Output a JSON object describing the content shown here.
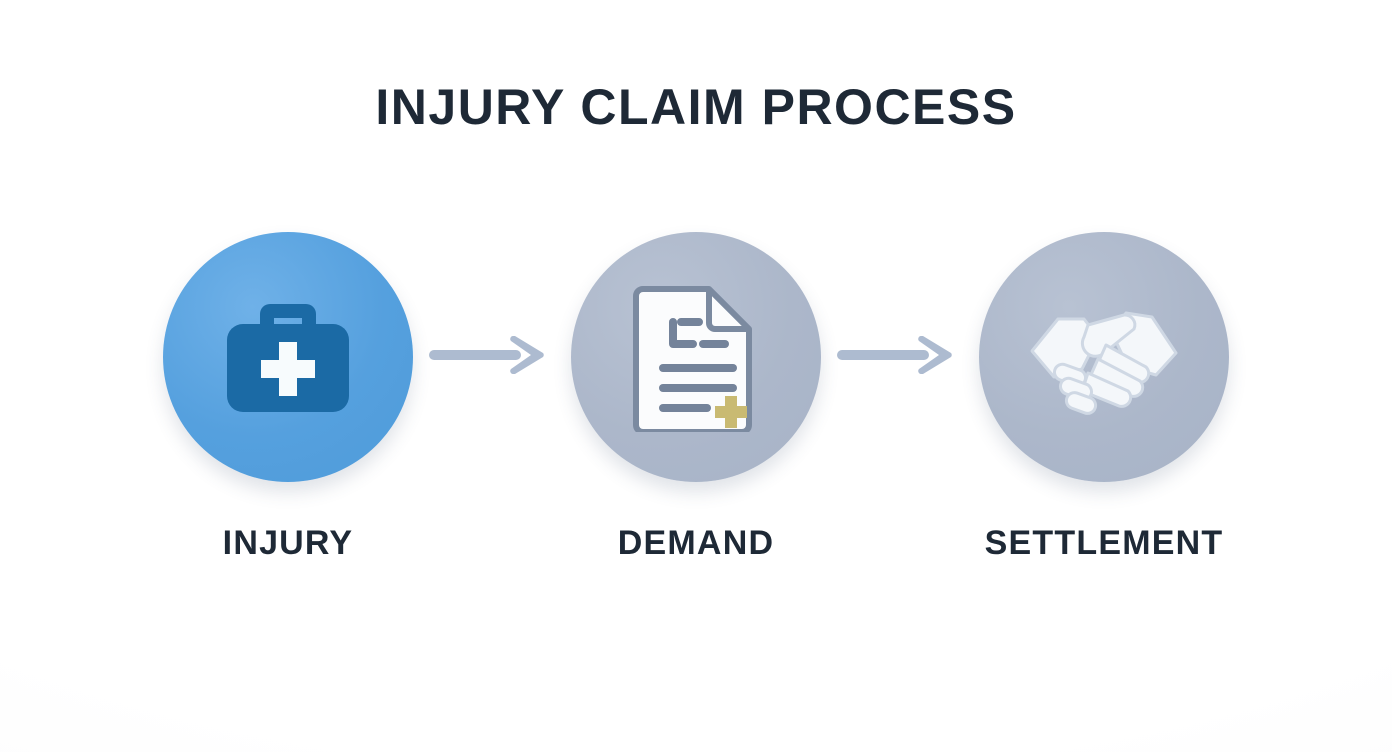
{
  "page": {
    "title": "INJURY CLAIM PROCESS",
    "background_color": "#fdfdfd",
    "title_color": "#1e2936",
    "label_color": "#1e2936"
  },
  "colors": {
    "circle_blue": "#55a0de",
    "circle_gray": "#acb7ca",
    "briefcase_dark_blue": "#1b6aa5",
    "cross_white": "#f7fbfd",
    "document_white": "#fbfcfd",
    "document_outline": "#7b8aa0",
    "document_line": "#74839a",
    "gold_cross": "#c9ba72",
    "handshake_white": "#f4f7fa",
    "arrow": "#adbbd0"
  },
  "steps": [
    {
      "label": "INJURY",
      "icon": "first-aid-kit-icon",
      "circle_style": "blue"
    },
    {
      "label": "DEMAND",
      "icon": "demand-letter-document-icon",
      "circle_style": "gray"
    },
    {
      "label": "SETTLEMENT",
      "icon": "handshake-icon",
      "circle_style": "gray"
    }
  ],
  "arrows": [
    {
      "name": "arrow-injury-to-demand",
      "direction": "right"
    },
    {
      "name": "arrow-demand-to-settlement",
      "direction": "right"
    }
  ]
}
